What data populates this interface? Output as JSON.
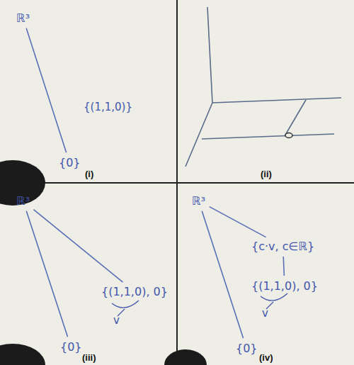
{
  "diagram": {
    "nodes": [
      {
        "text": [
          "ℝ³"
        ]
      },
      {
        "text": [
          "{0}"
        ]
      },
      {
        "text": [
          "ℝ³"
        ]
      },
      {
        "text": [
          "{0}"
        ]
      },
      {
        "text": [
          "{(1,1,0), 0}"
        ]
      },
      {
        "text": [
          "ℝ³"
        ]
      },
      {
        "text": [
          "{0}"
        ]
      },
      {
        "text": [
          "{c·v, c∈ℝ}"
        ]
      },
      {
        "text": [
          "{(1,1,0), 0}"
        ]
      }
    ],
    "edges": [
      {
        "from": 0,
        "to": 1,
        "arrow": "none"
      },
      {
        "from": 2,
        "to": 3,
        "arrow": "none"
      },
      {
        "from": 2,
        "to": 4,
        "arrow": "none"
      },
      {
        "from": 5,
        "to": 6,
        "arrow": "none"
      },
      {
        "from": 5,
        "to": 7,
        "arrow": "none"
      },
      {
        "from": 7,
        "to": 8,
        "arrow": "none"
      }
    ],
    "labels": [
      "{(1,1,0)}",
      "(i)",
      "(ii)",
      "(iii)",
      "(iv)",
      "v",
      "v"
    ]
  }
}
